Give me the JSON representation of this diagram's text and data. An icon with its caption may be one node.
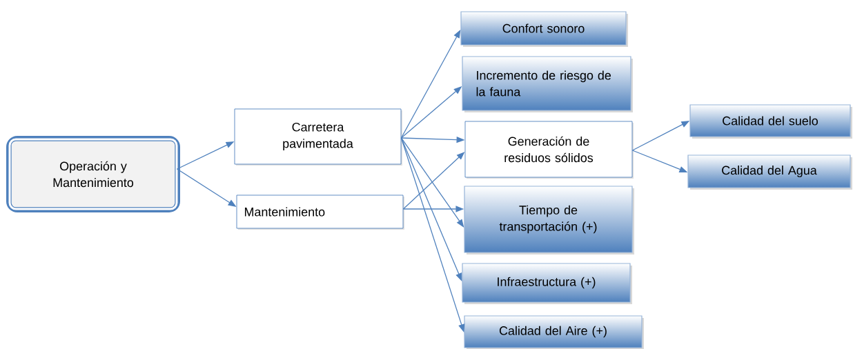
{
  "diagram": {
    "nodes": [
      {
        "text": [
          "Operación y Mantenimiento"
        ]
      },
      {
        "text": [
          "Carretera pavimentada"
        ]
      },
      {
        "text": [
          "Mantenimiento"
        ]
      },
      {
        "text": [
          "Confort sonoro"
        ]
      },
      {
        "text": [
          "Incremento de riesgo de la fauna"
        ]
      },
      {
        "text": [
          "Generación de residuos sólidos"
        ]
      },
      {
        "text": [
          "Tiempo de transportación (+)"
        ]
      },
      {
        "text": [
          "Infraestructura (+)"
        ]
      },
      {
        "text": [
          "Calidad del Aire (+)"
        ]
      },
      {
        "text": [
          "Calidad del suelo"
        ]
      },
      {
        "text": [
          "Calidad del Agua"
        ]
      }
    ],
    "edges": [
      {
        "from": 0,
        "to": 1,
        "arrow": "to"
      },
      {
        "from": 0,
        "to": 2,
        "arrow": "to"
      },
      {
        "from": 1,
        "to": 3,
        "arrow": "to"
      },
      {
        "from": 1,
        "to": 4,
        "arrow": "to"
      },
      {
        "from": 1,
        "to": 5,
        "arrow": "to"
      },
      {
        "from": 1,
        "to": 6,
        "arrow": "to"
      },
      {
        "from": 1,
        "to": 7,
        "arrow": "to"
      },
      {
        "from": 1,
        "to": 8,
        "arrow": "to"
      },
      {
        "from": 2,
        "to": 5,
        "arrow": "to"
      },
      {
        "from": 2,
        "to": 6,
        "arrow": "to"
      },
      {
        "from": 5,
        "to": 9,
        "arrow": "to"
      },
      {
        "from": 5,
        "to": 10,
        "arrow": "to"
      }
    ]
  }
}
